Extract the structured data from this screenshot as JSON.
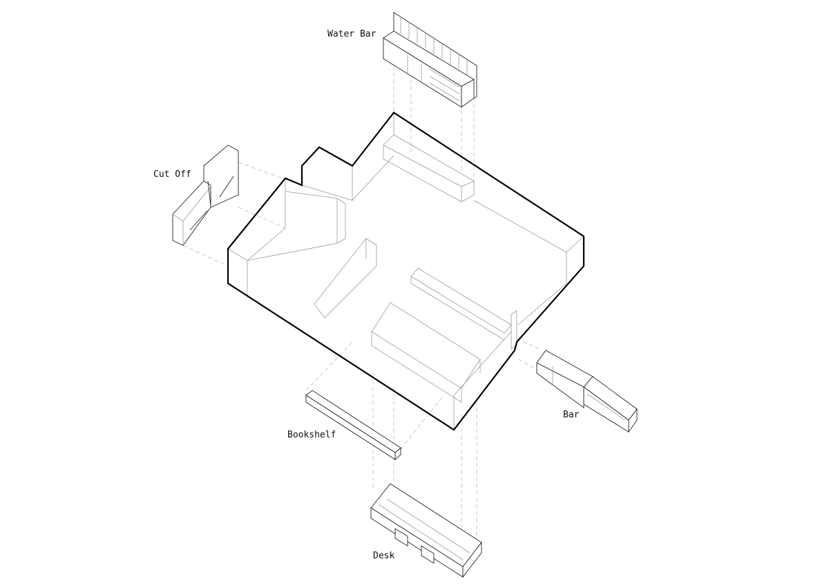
{
  "diagram": {
    "title": "Exploded axonometric of interior furniture",
    "labels": {
      "water_bar": "Water Bar",
      "cut_off": "Cut Off",
      "bar": "Bar",
      "bookshelf": "Bookshelf",
      "desk": "Desk"
    }
  }
}
